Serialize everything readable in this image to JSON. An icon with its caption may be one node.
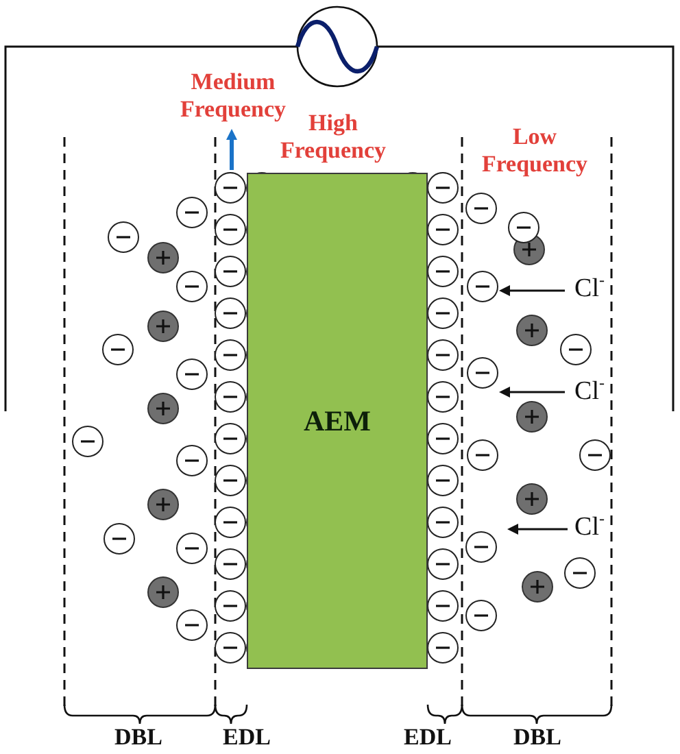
{
  "diagram": {
    "nodes": [
      {
        "text": [
          "AEM"
        ],
        "beside": [
          "High Frequency"
        ]
      }
    ],
    "labels": [
      "Medium Frequency",
      "Low Frequency",
      "Cl$^{-}$",
      "Cl$^{-}$",
      "Cl$^{-}$",
      "DBL",
      "EDL",
      "EDL",
      "DBL"
    ]
  }
}
